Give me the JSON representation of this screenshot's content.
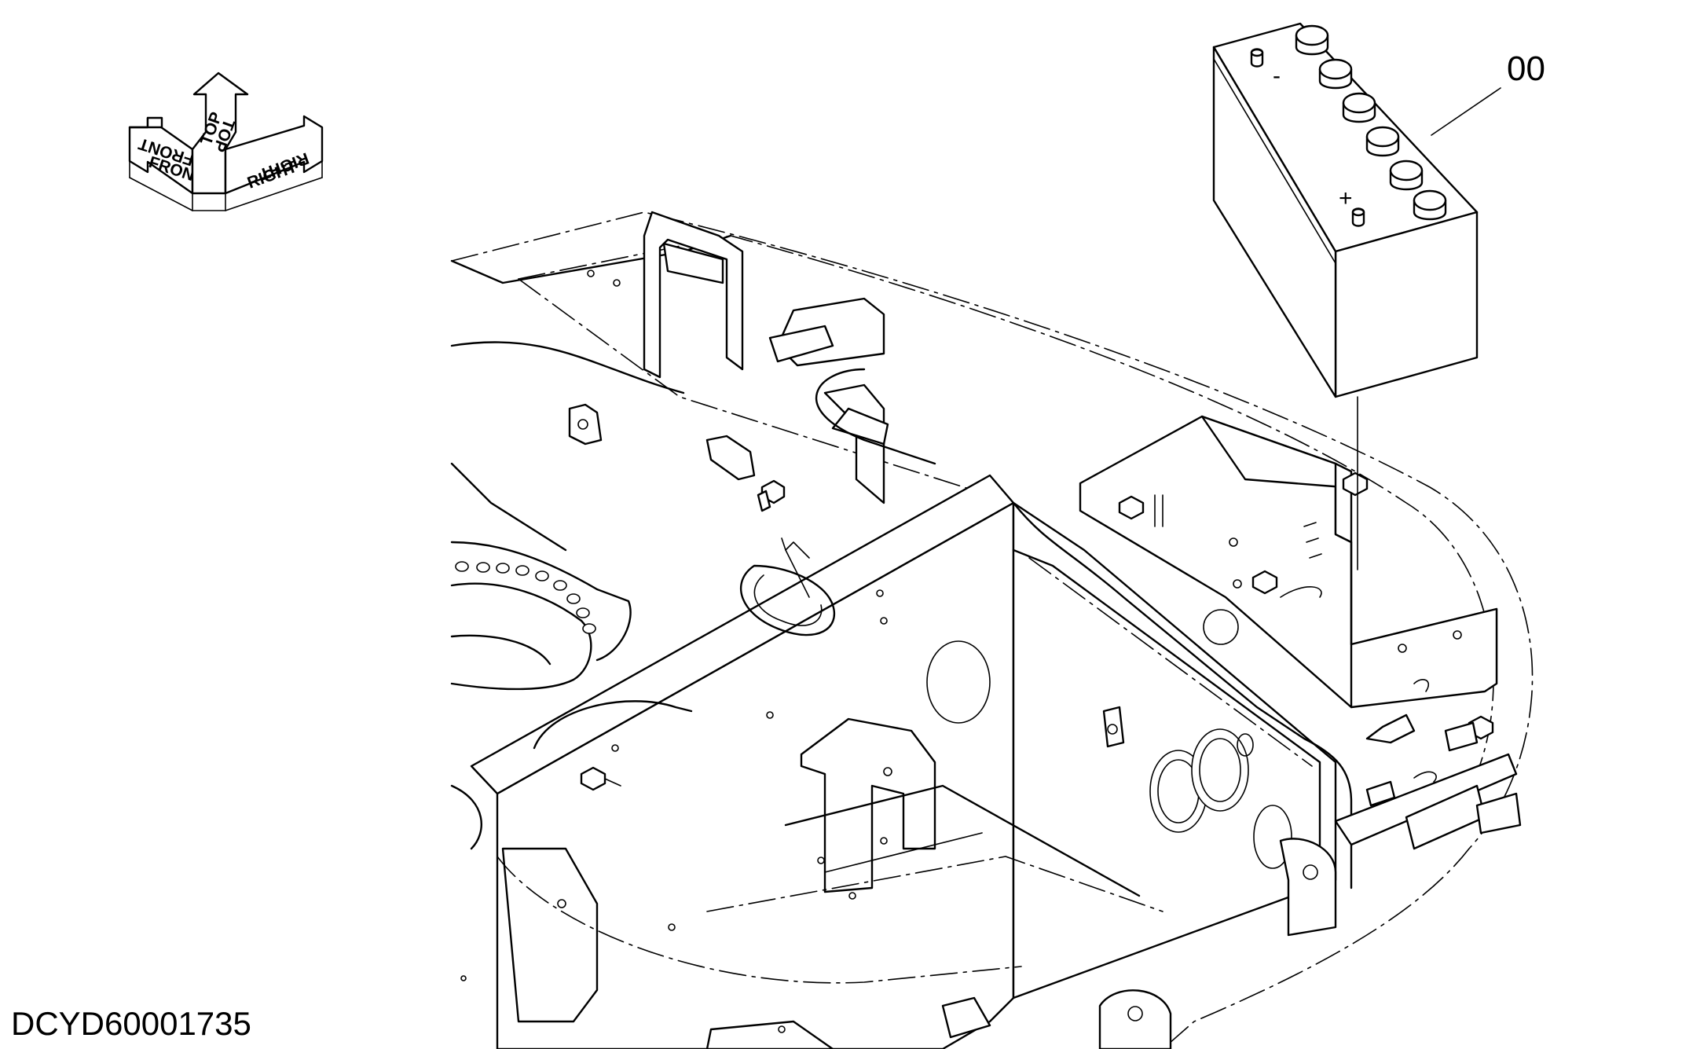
{
  "orientation": {
    "front_label": "FRONT",
    "top_label": "TOP",
    "right_label": "RIGHT"
  },
  "callout": {
    "part_number": "00"
  },
  "battery": {
    "negative_mark": "-",
    "positive_mark": "+"
  },
  "document": {
    "id": "DCYD60001735"
  }
}
